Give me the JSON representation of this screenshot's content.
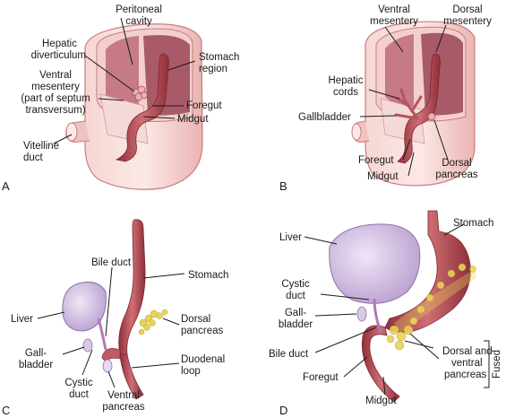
{
  "panels": {
    "A": {
      "letter": "A",
      "labels": {
        "peritoneal_1": "Peritoneal",
        "peritoneal_2": "cavity",
        "hepatic_div_1": "Hepatic",
        "hepatic_div_2": "diverticulum",
        "stomach_region_1": "Stomach",
        "stomach_region_2": "region",
        "ventral_mes_1": "Ventral",
        "ventral_mes_2": "mesentery",
        "ventral_mes_3": "(part of septum",
        "ventral_mes_4": "transversum)",
        "foregut": "Foregut",
        "midgut": "Midgut",
        "vitelline_1": "Vitelline",
        "vitelline_2": "duct"
      }
    },
    "B": {
      "letter": "B",
      "labels": {
        "ventral_mes_1": "Ventral",
        "ventral_mes_2": "mesentery",
        "dorsal_mes_1": "Dorsal",
        "dorsal_mes_2": "mesentery",
        "hepatic_cords_1": "Hepatic",
        "hepatic_cords_2": "cords",
        "gallbladder": "Gallbladder",
        "foregut": "Foregut",
        "midgut": "Midgut",
        "dorsal_pan_1": "Dorsal",
        "dorsal_pan_2": "pancreas"
      }
    },
    "C": {
      "letter": "C",
      "labels": {
        "bile_duct": "Bile duct",
        "stomach": "Stomach",
        "liver": "Liver",
        "dorsal_pan_1": "Dorsal",
        "dorsal_pan_2": "pancreas",
        "gall_1": "Gall-",
        "gall_2": "bladder",
        "duodenal_1": "Duodenal",
        "duodenal_2": "loop",
        "cystic_1": "Cystic",
        "cystic_2": "duct",
        "ventral_pan_1": "Ventral",
        "ventral_pan_2": "pancreas"
      }
    },
    "D": {
      "letter": "D",
      "labels": {
        "liver": "Liver",
        "stomach": "Stomach",
        "cystic_1": "Cystic",
        "cystic_2": "duct",
        "gall_1": "Gall-",
        "gall_2": "bladder",
        "bile_duct": "Bile duct",
        "foregut": "Foregut",
        "midgut": "Midgut",
        "dv_pan_1": "Dorsal and",
        "dv_pan_2": "ventral",
        "dv_pan_3": "pancreas",
        "fused": "Fused"
      }
    }
  },
  "colors": {
    "wall_outer": "#f3c7c5",
    "wall_inner": "#e9a7a8",
    "cavity": "#b06a76",
    "gut": "#c05a62",
    "liver": "#c9b4dc",
    "pancreas": "#e8d35a"
  }
}
